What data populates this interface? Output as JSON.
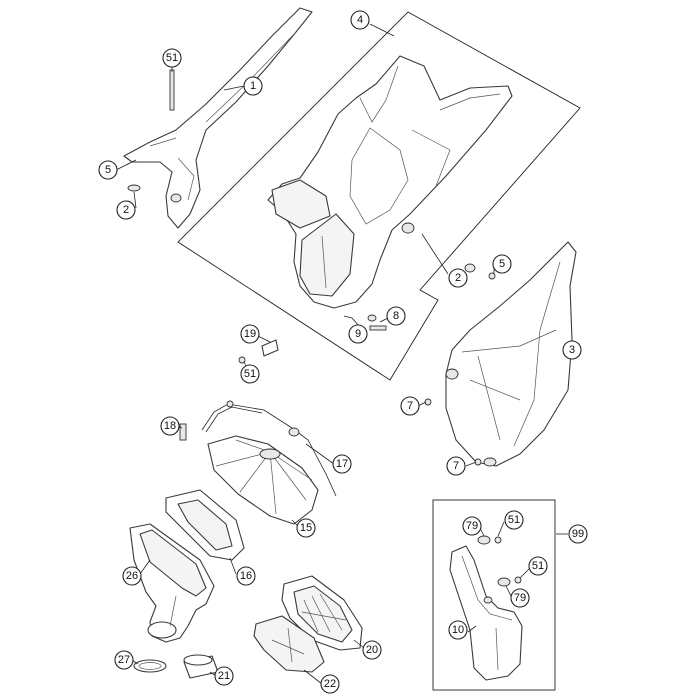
{
  "callouts": {
    "c51a": "51",
    "c1": "1",
    "c5a": "5",
    "c2a": "2",
    "c4": "4",
    "c2b": "2",
    "c5b": "5",
    "c3": "3",
    "c8": "8",
    "c9": "9",
    "c19": "19",
    "c51b": "51",
    "c7a": "7",
    "c7b": "7",
    "c18": "18",
    "c17": "17",
    "c15": "15",
    "c16": "16",
    "c26": "26",
    "c20": "20",
    "c22": "22",
    "c27": "27",
    "c21": "21",
    "c79a": "79",
    "c51c": "51",
    "c99": "99",
    "c51d": "51",
    "c79b": "79",
    "c10": "10"
  }
}
